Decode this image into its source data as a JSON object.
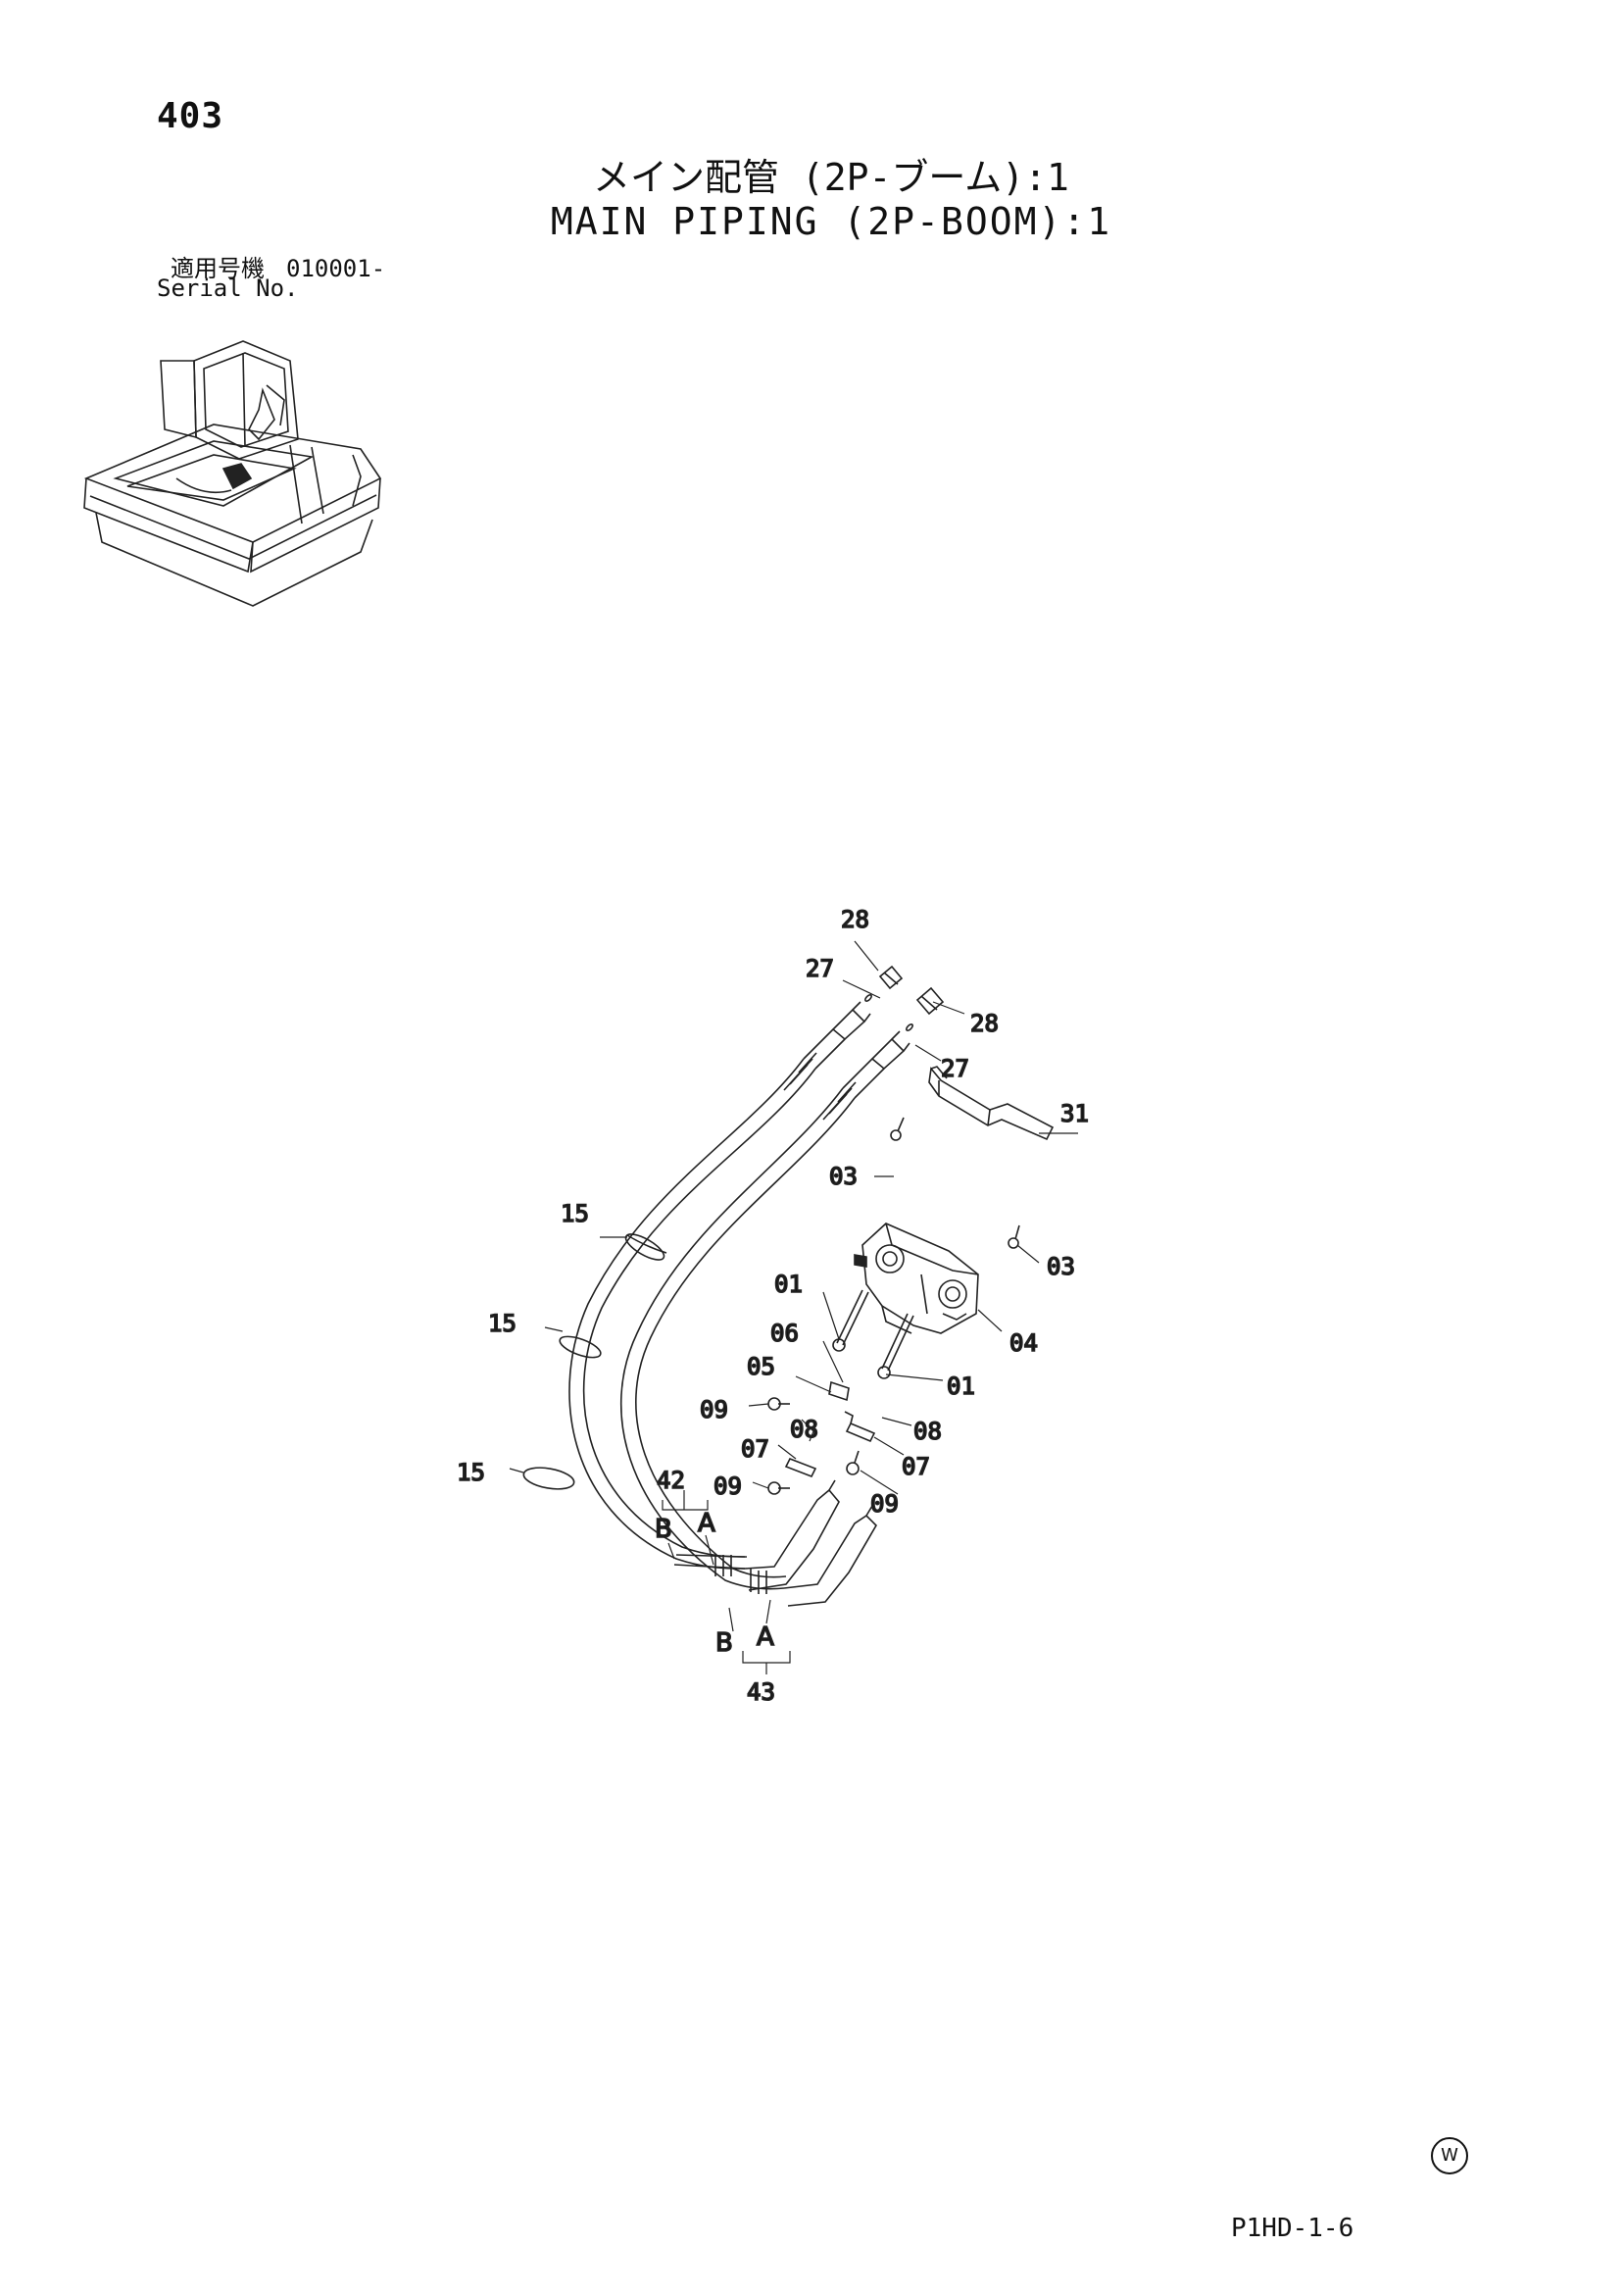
{
  "header": {
    "page_number": "403",
    "title_jp": "メイン配管 (2P-ブーム):1",
    "title_en": "MAIN PIPING (2P-BOOM):1"
  },
  "serial": {
    "label_jp": "適用号機",
    "value": "010001-",
    "label_en": "Serial No."
  },
  "callouts": {
    "c28a": "28",
    "c27a": "27",
    "c28b": "28",
    "c27b": "27",
    "c31": "31",
    "c03a": "03",
    "c03b": "03",
    "c15a": "15",
    "c15b": "15",
    "c15c": "15",
    "c01a": "01",
    "c06": "06",
    "c04": "04",
    "c05": "05",
    "c01b": "01",
    "c09a": "09",
    "c08a": "08",
    "c08b": "08",
    "c07a": "07",
    "c07b": "07",
    "c09b": "09",
    "c09c": "09",
    "c42": "42",
    "c42B": "B",
    "c42A": "A",
    "c43B": "B",
    "c43A": "A",
    "c43": "43"
  },
  "footer": {
    "watermark": "W",
    "doc_code": "P1HD-1-6"
  }
}
